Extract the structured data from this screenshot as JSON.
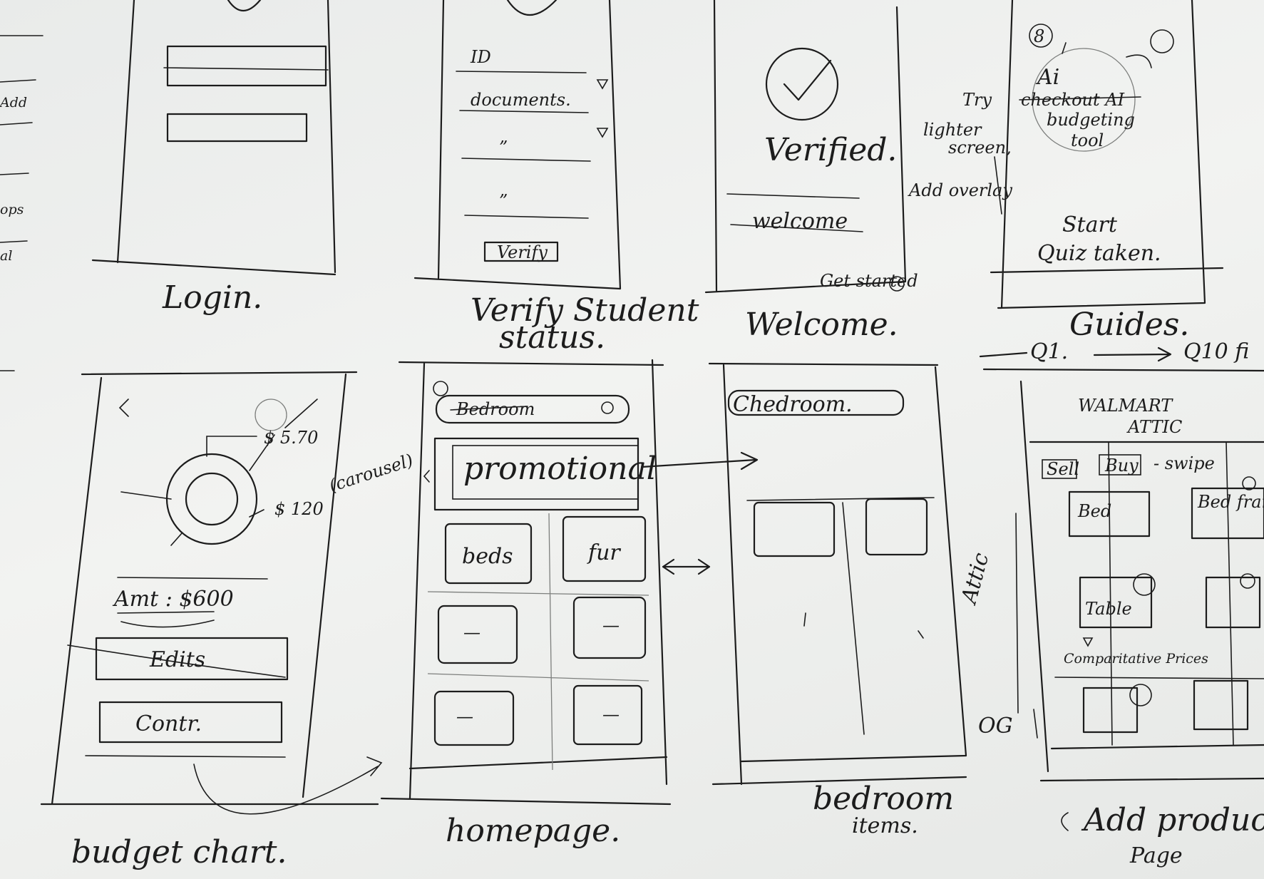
{
  "screens": {
    "login": {
      "caption": "Login."
    },
    "verify": {
      "caption": "Verify Student status.",
      "field_id": "ID",
      "field_documents": "documents.",
      "ditto_1": "”",
      "ditto_2": "”",
      "button": "Verify"
    },
    "welcome": {
      "caption": "Welcome.",
      "check_icon": "check-circle-icon",
      "status": "Verified.",
      "field": "welcome",
      "cta": "Get started"
    },
    "guides": {
      "caption": "Guides.",
      "badge": "8",
      "ai_label": "Ai",
      "struck_text": "checkout AI",
      "tool_line_1": "budgeting",
      "tool_line_2": "tool",
      "quiz_line_1": "Start",
      "quiz_line_2": "Quiz taken.",
      "note_try": "Try",
      "note_lighter_1": "lighter",
      "note_lighter_2": "screen,",
      "note_overlay": "Add overlay",
      "flow_from": "Q1.",
      "flow_to": "Q10 fi"
    },
    "budget": {
      "caption": "budget chart.",
      "amount_1": "$ 5.70",
      "amount_2": "$ 120",
      "amount_total": "Amt : $600",
      "edit_button": "Edits",
      "continue_button": "Contr."
    },
    "homepage": {
      "caption": "homepage.",
      "search_text": "Bedroom",
      "carousel_note": "(carousel)",
      "promo": "promotional",
      "tile_1": "beds",
      "tile_2": "fur",
      "tile_dash": "—"
    },
    "bedroom": {
      "caption_1": "bedroom",
      "caption_2": "items.",
      "search_text": "Chedroom."
    },
    "product": {
      "caption_1": "Add product",
      "caption_2": "Page",
      "brand_1": "WALMART",
      "brand_2": "ATTIC",
      "tab_sell": "Sell",
      "tab_buy": "Buy",
      "swipe": "- swipe",
      "item_bed": "Bed",
      "item_bedframe": "Bed frame",
      "item_table": "Table",
      "compare": "Comparitative Prices",
      "side_attic": "Attic",
      "side_og": "OG",
      "plus_icon": "plus-circle-icon"
    },
    "left_margin": {
      "word_1": "Add",
      "word_2": "ops",
      "word_3": "al"
    }
  }
}
